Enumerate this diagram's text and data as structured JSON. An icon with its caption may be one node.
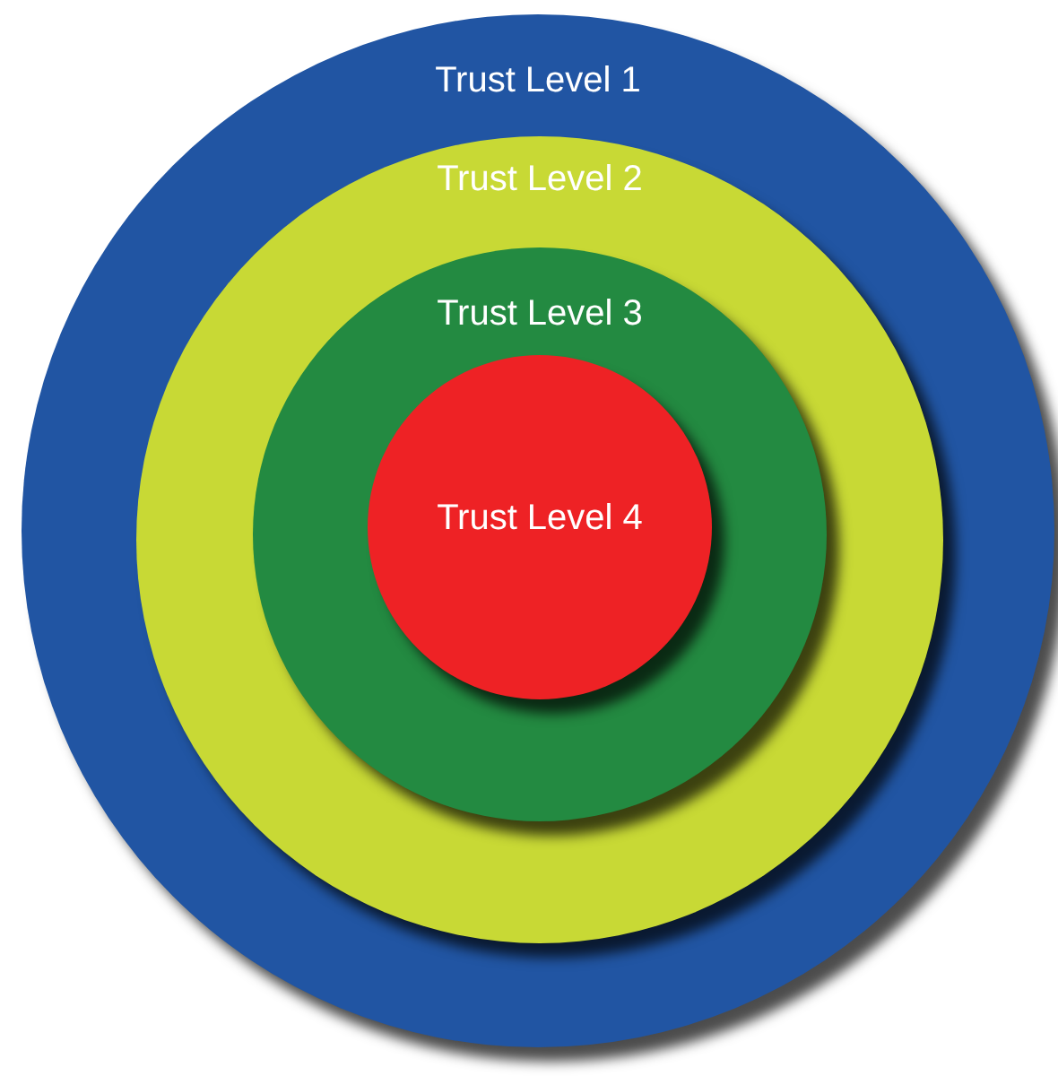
{
  "diagram": {
    "nodes": [
      {
        "text": [
          "Trust Level 1"
        ]
      },
      {
        "text": [
          "Trust Level 2"
        ],
        "in": 0
      },
      {
        "text": [
          "Trust Level 3"
        ],
        "in": 1
      },
      {
        "text": [
          "Trust Level 4"
        ],
        "in": 2
      }
    ]
  }
}
